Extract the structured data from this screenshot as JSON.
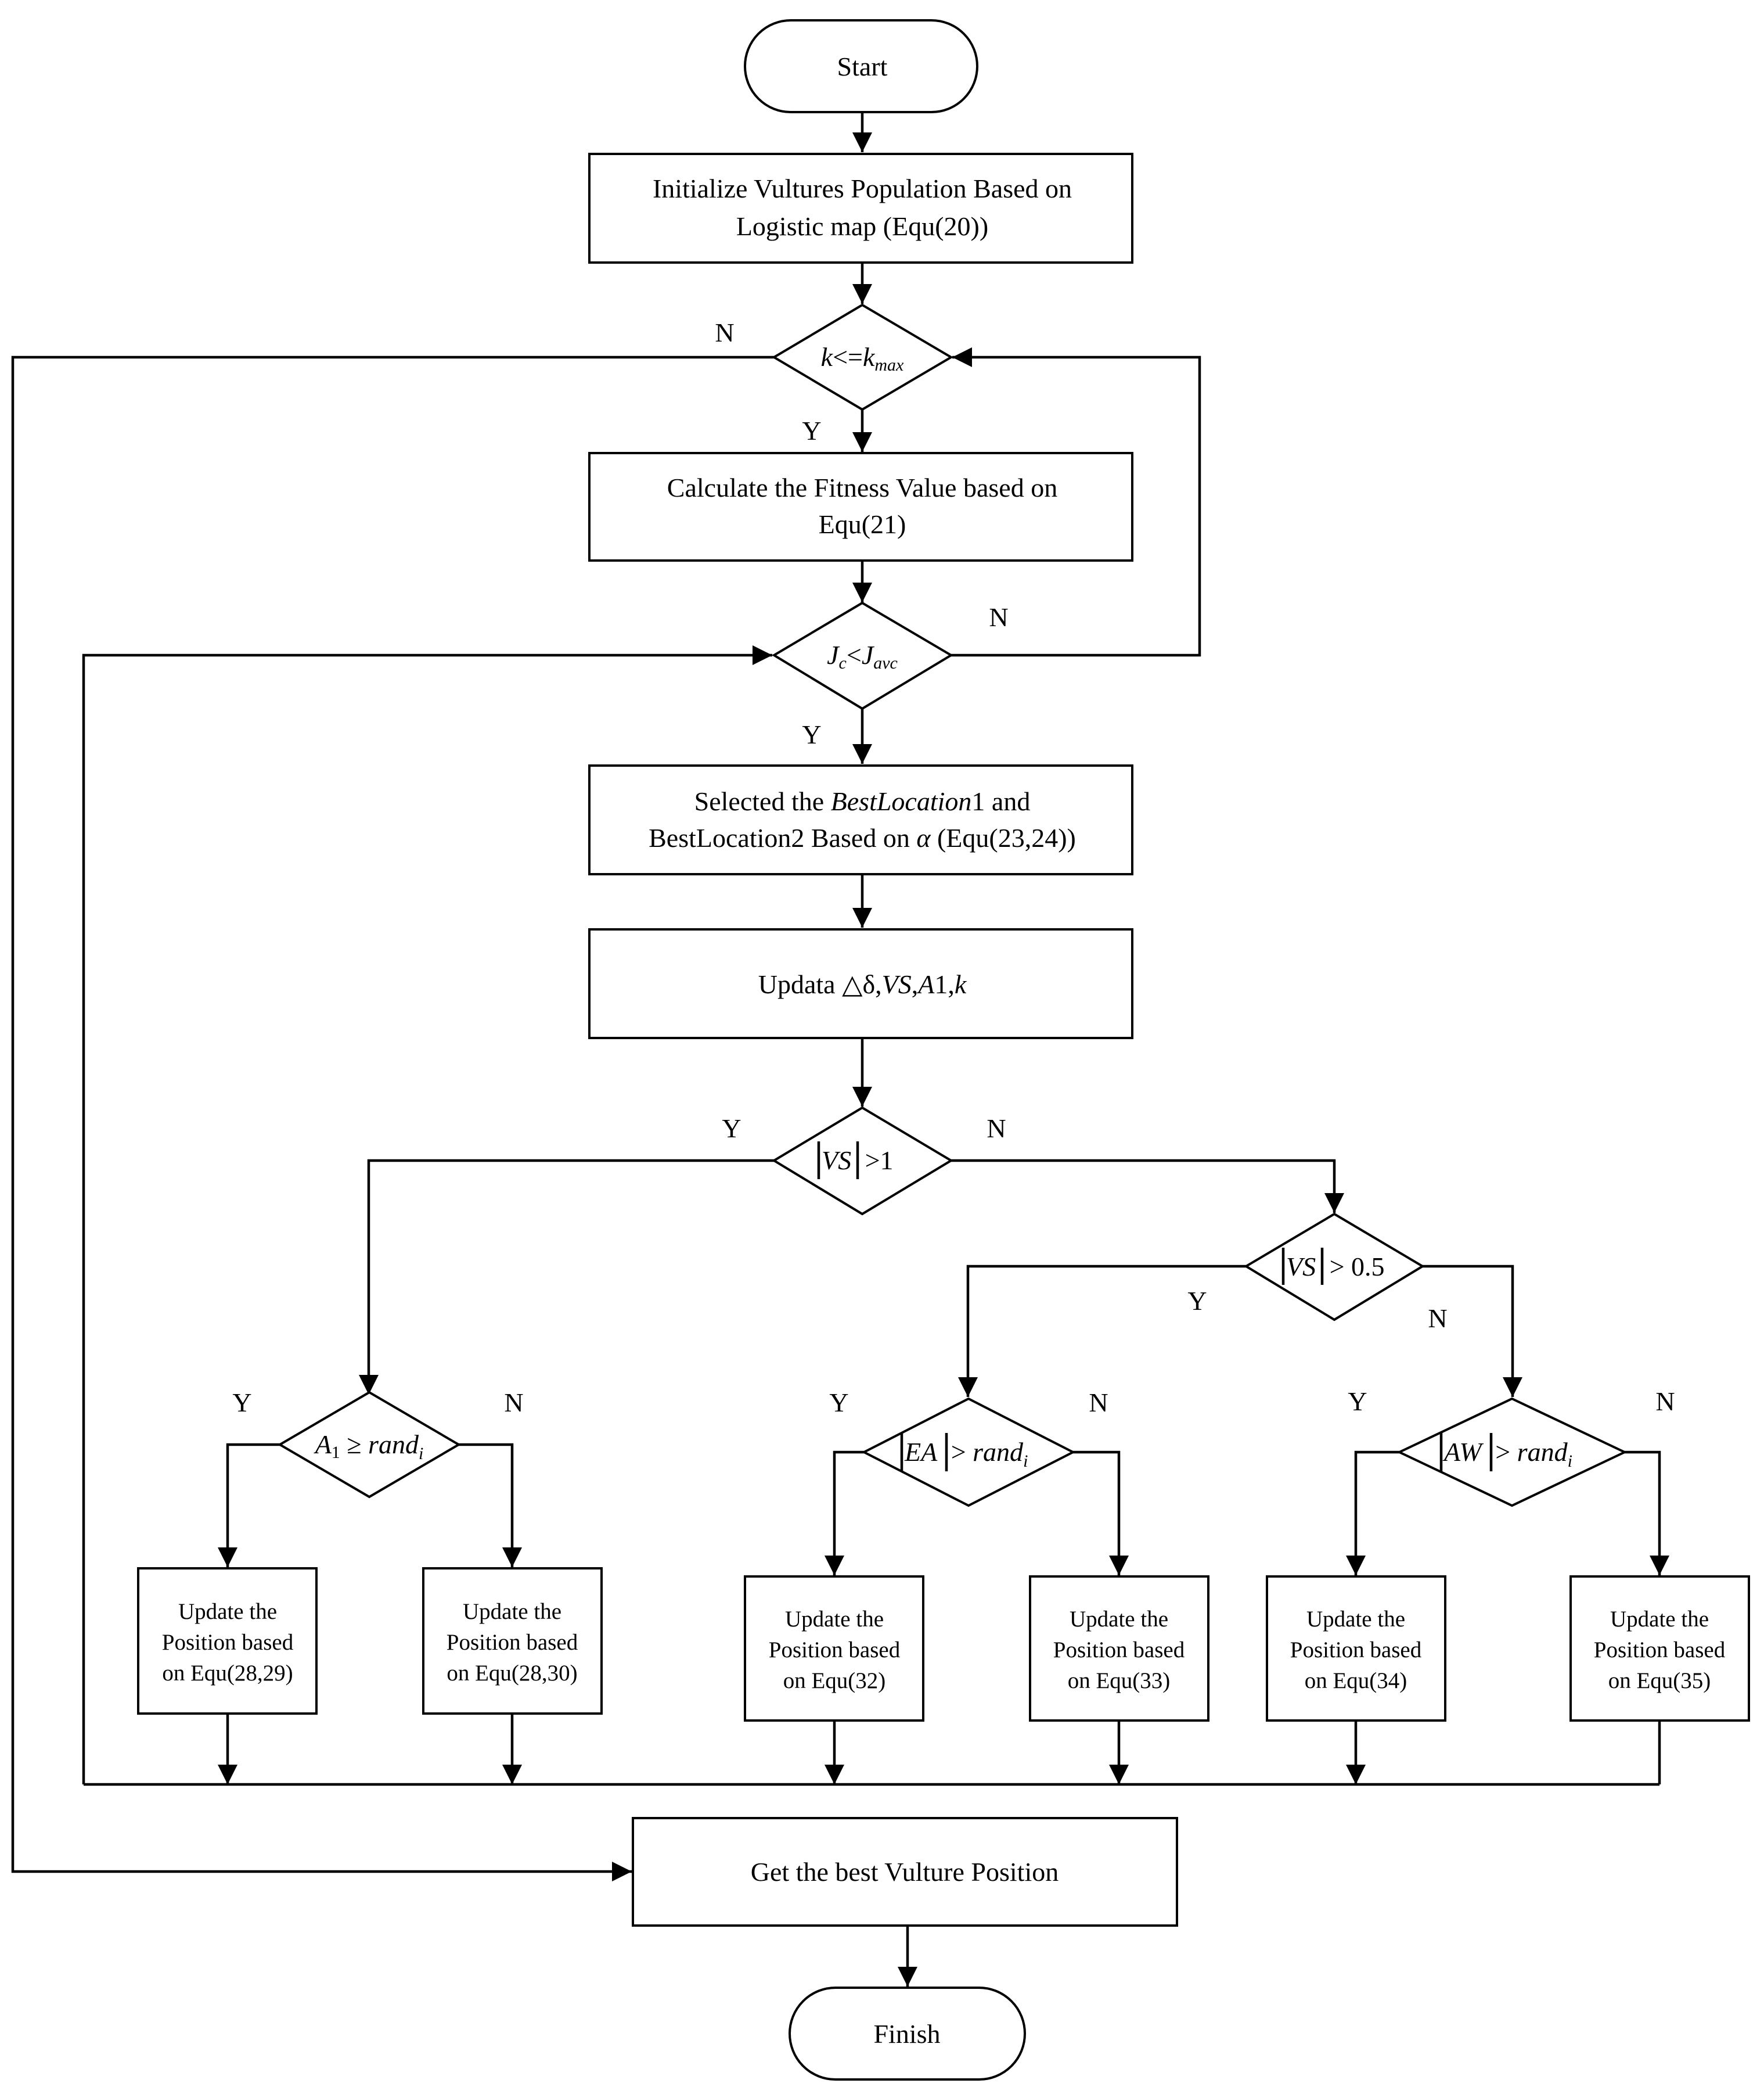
{
  "nodes": {
    "start": "Start",
    "init": {
      "line1": "Initialize Vultures Population Based on",
      "line2": "Logistic map (Equ(20))"
    },
    "cond_k": {
      "lhs": "k",
      "op": "<=",
      "rhs": "k",
      "rhs_sub": "max"
    },
    "fitness": {
      "line1": "Calculate the Fitness Value based on",
      "line2": "Equ(21)"
    },
    "cond_j": {
      "lhs": "J",
      "lhs_sub": "c",
      "op": "<",
      "rhs": "J",
      "rhs_sub": "avc"
    },
    "select": {
      "l1_a": "Selected the ",
      "l1_b": "BestLocation",
      "l1_c": "1 and",
      "l2_a": "BestLocation2 Based on ",
      "l2_b": "α",
      "l2_c": " (Equ(23,24))"
    },
    "update_params": {
      "a": "Updata ",
      "b": "△δ,",
      "c": "VS",
      "d": ",",
      "e": "A",
      "f": "1,",
      "g": "k"
    },
    "cond_vs1": {
      "v": "VS",
      "rest": " >1"
    },
    "cond_vs05": {
      "v": "VS",
      "rest": " > 0.5"
    },
    "cond_a1": {
      "a": "A",
      "sub": "1",
      "rest": " ≥ ",
      "rand": "rand",
      "rand_sub": "i"
    },
    "cond_ea": {
      "v": "EA",
      "rest": " > ",
      "rand": "rand",
      "rand_sub": "i"
    },
    "cond_aw": {
      "v": "AW",
      "rest": " > ",
      "rand": "rand",
      "rand_sub": "i"
    },
    "update_boxes": [
      {
        "line1": "Update the",
        "line2": "Position based",
        "line3": "on Equ(28,29)"
      },
      {
        "line1": "Update the",
        "line2": "Position based",
        "line3": "on Equ(28,30)"
      },
      {
        "line1": "Update the",
        "line2": "Position based",
        "line3": "on Equ(32)"
      },
      {
        "line1": "Update the",
        "line2": "Position based",
        "line3": "on Equ(33)"
      },
      {
        "line1": "Update the",
        "line2": "Position based",
        "line3": "on Equ(34)"
      },
      {
        "line1": "Update the",
        "line2": "Position based",
        "line3": "on Equ(35)"
      }
    ],
    "get_best": "Get the best Vulture Position",
    "finish": "Finish"
  },
  "branch_labels": {
    "yes": "Y",
    "no": "N"
  }
}
